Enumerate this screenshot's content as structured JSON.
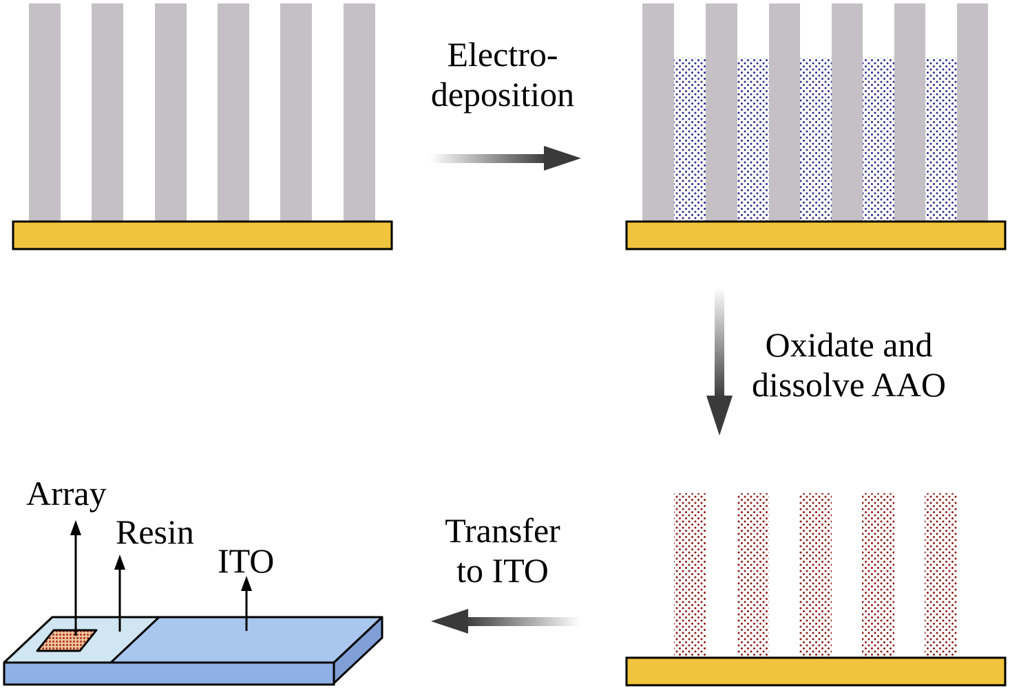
{
  "steps": {
    "electrodeposition": {
      "line1": "Electro-",
      "line2": "deposition"
    },
    "oxidate": {
      "line1": "Oxidate and",
      "line2": "dissolve AAO"
    },
    "transfer": {
      "line1": "Transfer",
      "line2": "to ITO"
    }
  },
  "device_labels": {
    "array": "Array",
    "resin": "Resin",
    "ito": "ITO"
  },
  "colors": {
    "substrate": "#f0c43c",
    "template": "#c4c0c5",
    "deposit_blue": "#2a2a8a",
    "nanorod_red": "#8a1a14",
    "ito_top": "#a9c7ee",
    "ito_side": "#7f9fd6",
    "resin": "#d0e6f2",
    "array": "#b85a38"
  }
}
